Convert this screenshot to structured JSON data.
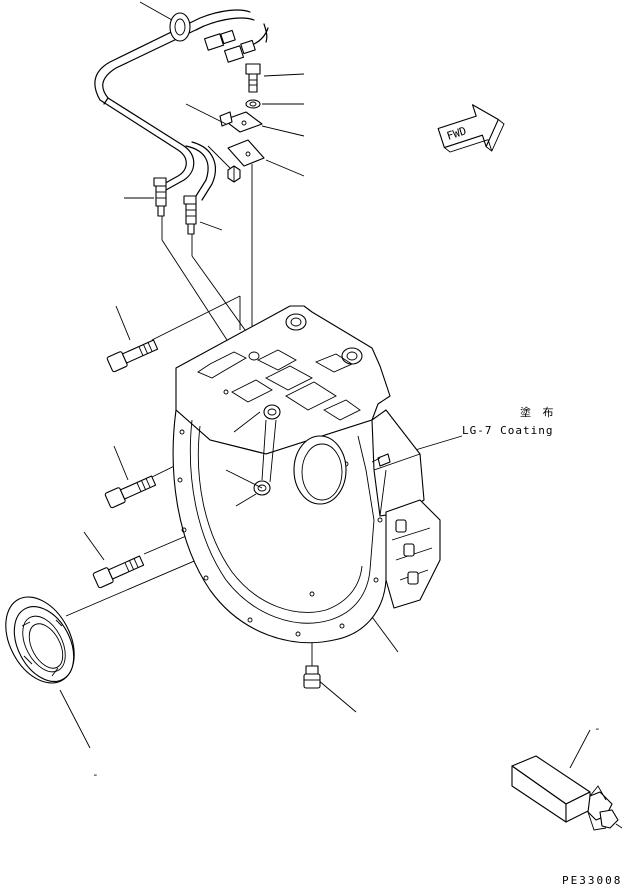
{
  "annotations": {
    "coating_jp": "塗 布",
    "coating_en": "LG-7 Coating",
    "fwd_label": "FWD",
    "dash_1": "-",
    "dash_2": "-"
  },
  "drawing_code": "PE33008"
}
